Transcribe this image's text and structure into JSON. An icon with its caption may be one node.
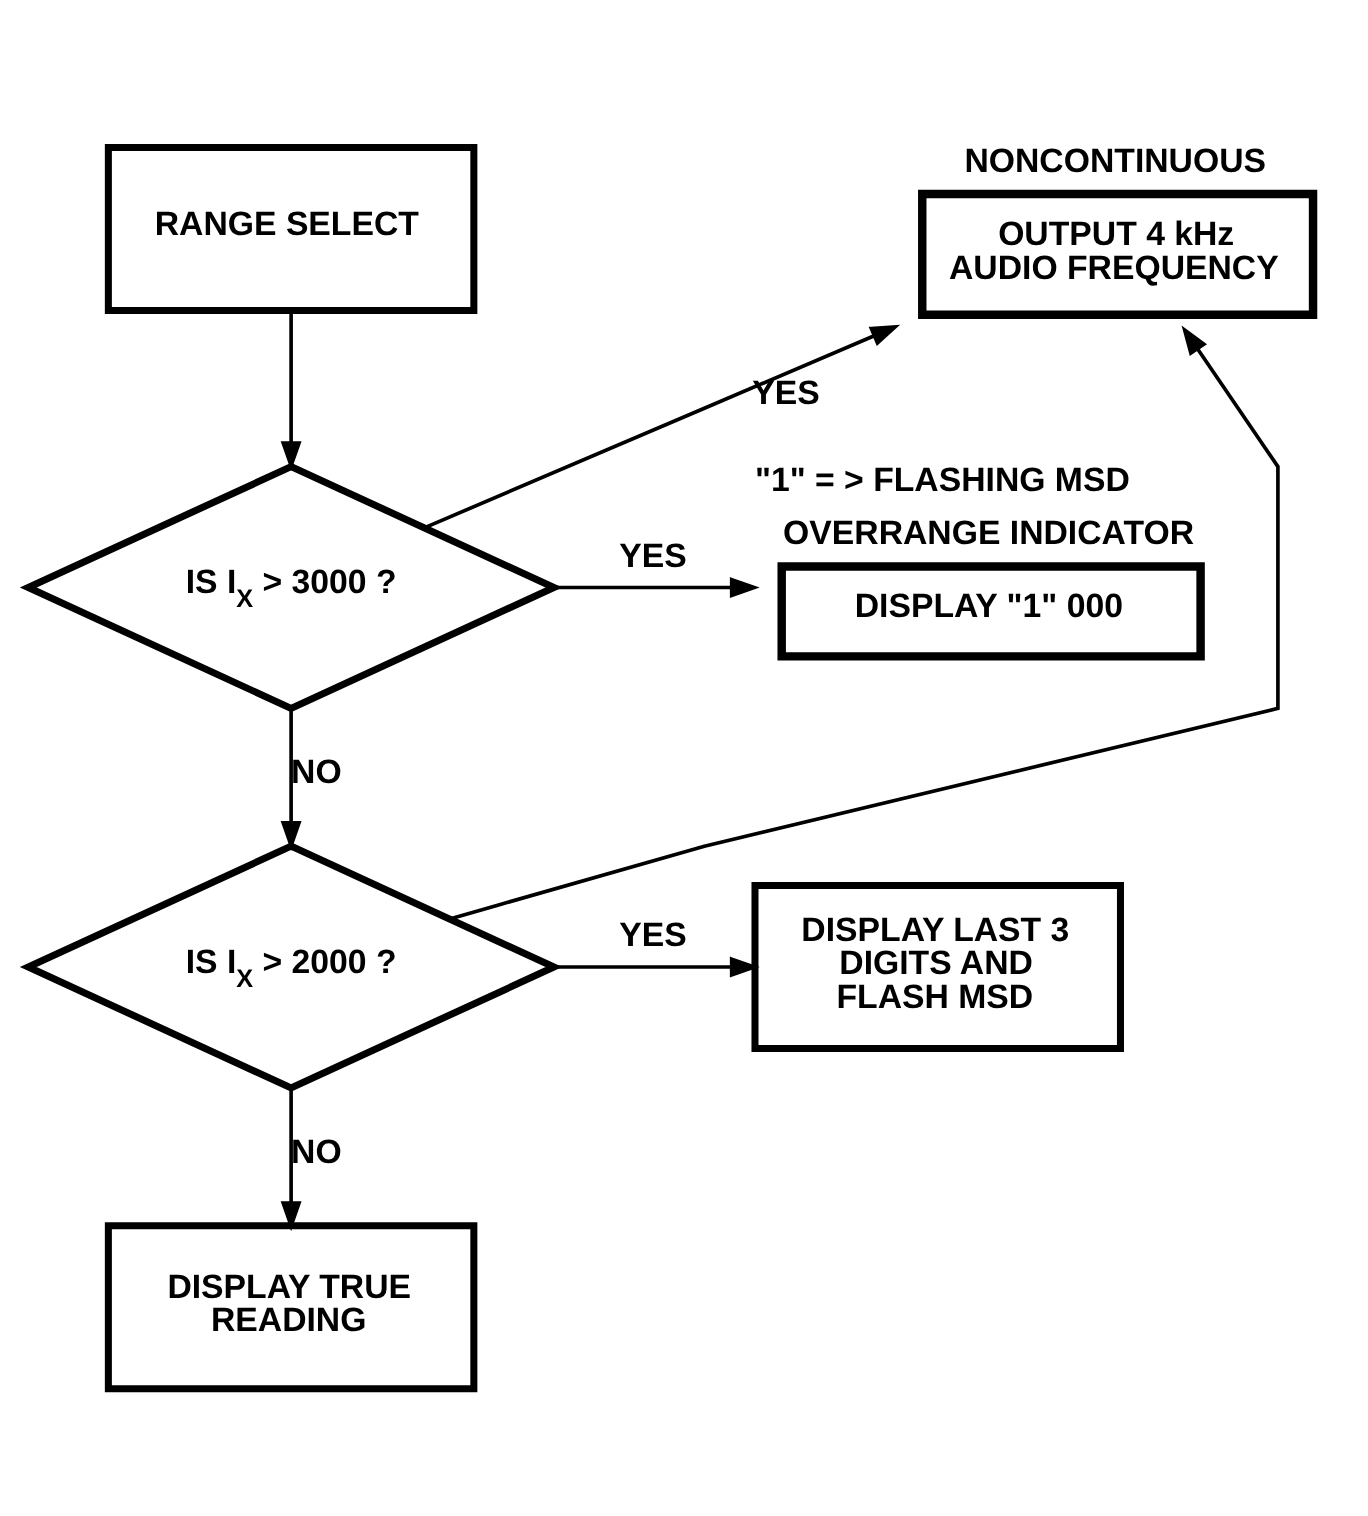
{
  "diagram": {
    "nodes": [
      {
        "text": [
          "RANGE SELECT"
        ]
      },
      {
        "text": [
          "NONCONTINUOUS",
          "OUTPUT 4 kHz AUDIO FREQUENCY"
        ]
      },
      {
        "text": [
          "IS I$_{X}$ > 3000 ?"
        ]
      },
      {
        "text": [
          "OVERRANGE INDICATOR",
          "DISPLAY \"1\" 000"
        ],
        "beside": [
          "\"1\" = > FLASHING MSD"
        ]
      },
      {
        "text": [
          "IS I$_{X}$ > 2000 ?"
        ]
      },
      {
        "text": [
          "DISPLAY LAST 3 DIGITS AND FLASH MSD"
        ]
      },
      {
        "text": [
          "DISPLAY TRUE READING"
        ]
      }
    ],
    "edges": [
      {
        "from": 0,
        "to": 2,
        "arrow": "to"
      },
      {
        "from": 2,
        "to": 3,
        "arrow": "to",
        "label": "YES"
      },
      {
        "from": 2,
        "to": 1,
        "arrow": "to",
        "label": "YES"
      },
      {
        "from": 2,
        "to": 4,
        "arrow": "to",
        "label": "NO"
      },
      {
        "from": 4,
        "to": 5,
        "arrow": "to",
        "label": "YES"
      },
      {
        "from": 4,
        "to": 1,
        "arrow": "to"
      },
      {
        "from": 4,
        "to": 6,
        "arrow": "to",
        "label": "NO"
      }
    ]
  }
}
